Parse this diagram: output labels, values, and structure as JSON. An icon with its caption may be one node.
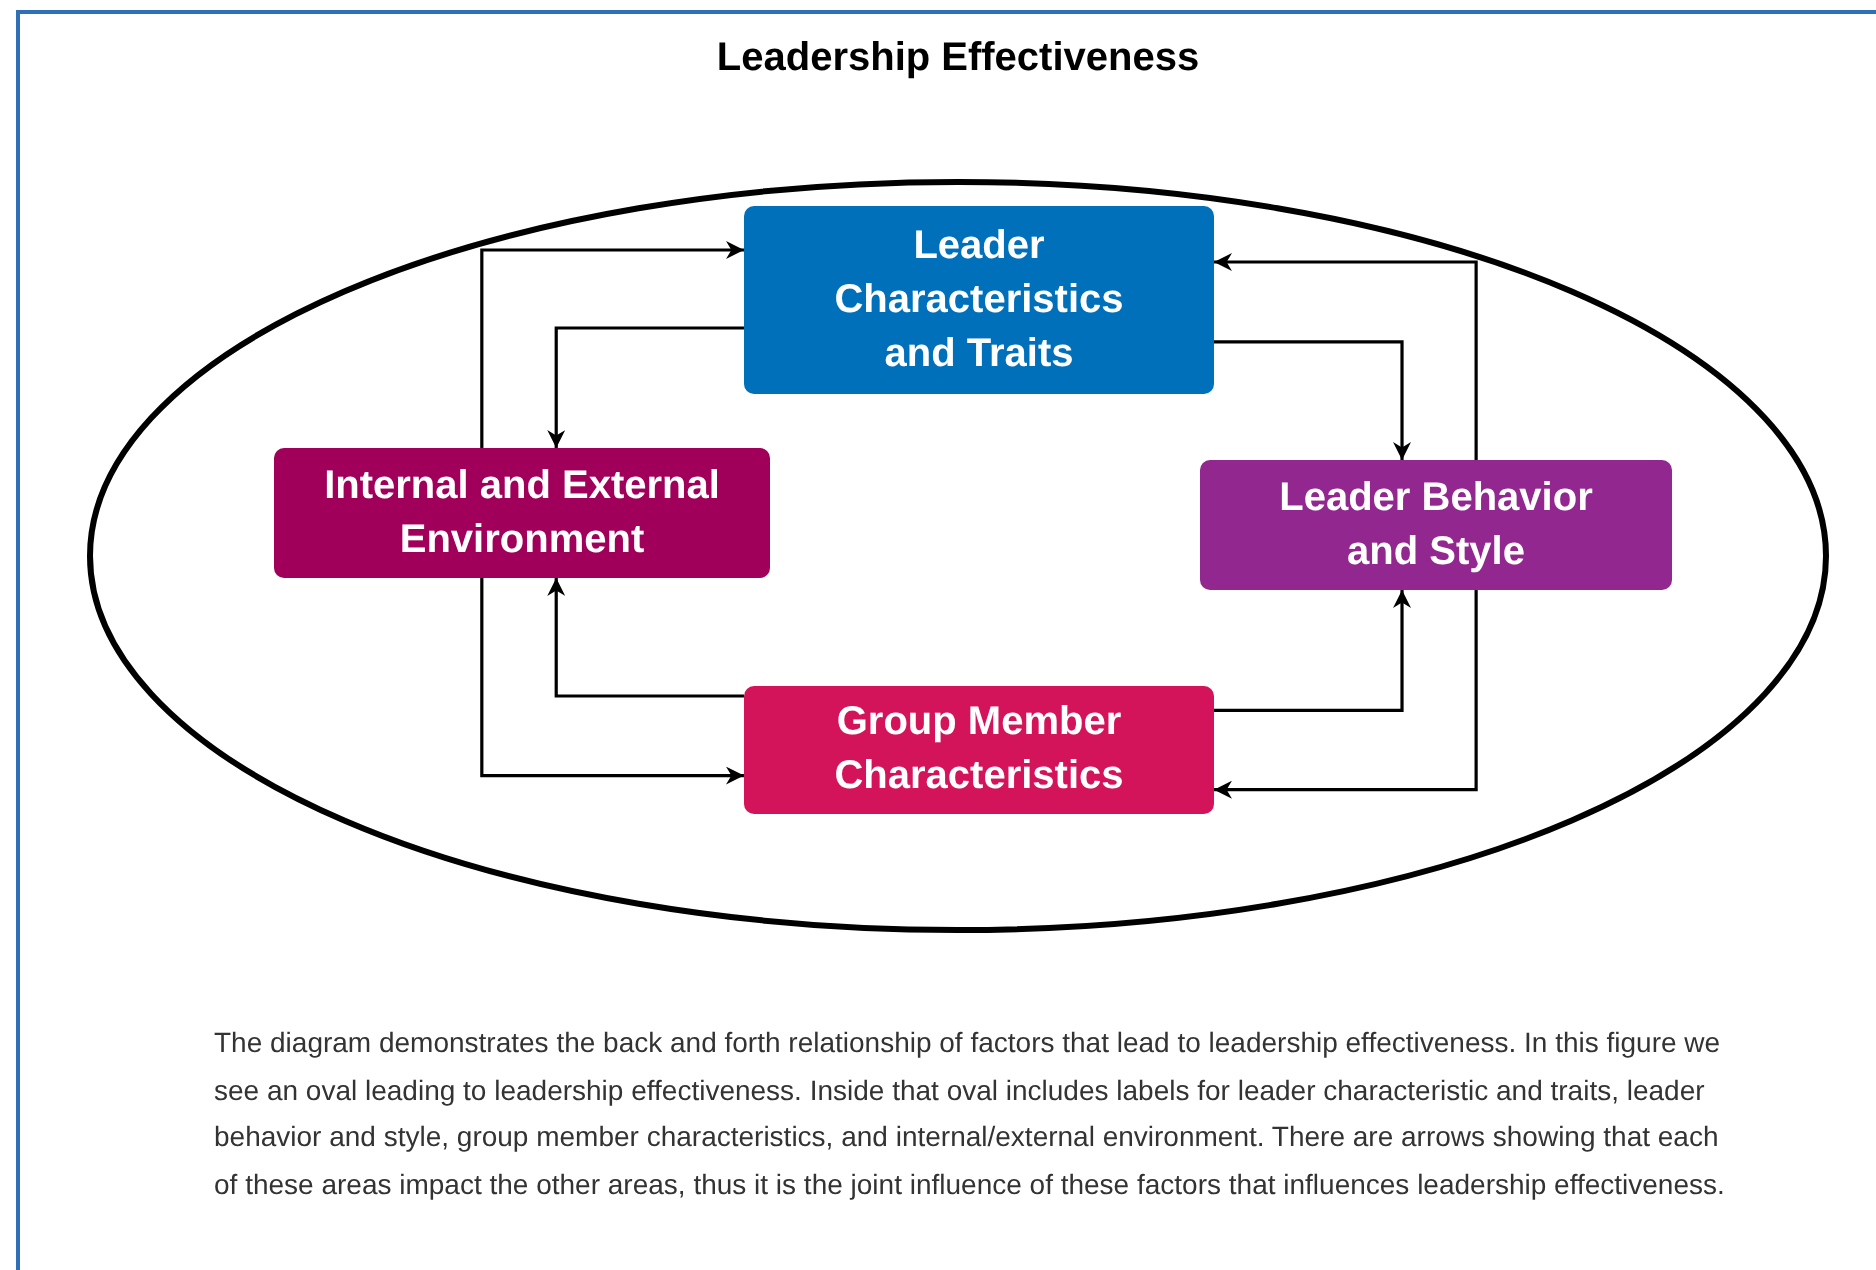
{
  "diagram": {
    "caption": "The diagram demonstrates the back and forth relationship of factors that lead to leadership effectiveness. In this figure we see an oval leading to leadership effectiveness. Inside that oval includes labels for leader characteristic and traits, leader behavior and style, group member characteristics, and internal/external environment.  There are arrows showing that each of these areas impact the other areas, thus it is the joint influence of these factors that influences leadership effectiveness.",
    "nodes": [
      {
        "text": [
          "Leadership Effectiveness"
        ]
      },
      {
        "text": [
          "Leader Characteristics and Traits"
        ],
        "in": 0
      },
      {
        "text": [
          "Internal and External Environment"
        ],
        "in": 0
      },
      {
        "text": [
          "Leader Behavior and Style"
        ],
        "in": 0
      },
      {
        "text": [
          "Group Member Characteristics"
        ],
        "in": 0
      }
    ],
    "edges": [
      {
        "from": 2,
        "to": 1,
        "arrow": "to"
      },
      {
        "from": 1,
        "to": 2,
        "arrow": "to"
      },
      {
        "from": 3,
        "to": 1,
        "arrow": "to"
      },
      {
        "from": 1,
        "to": 3,
        "arrow": "to"
      },
      {
        "from": 2,
        "to": 4,
        "arrow": "to"
      },
      {
        "from": 4,
        "to": 2,
        "arrow": "to"
      },
      {
        "from": 4,
        "to": 3,
        "arrow": "to"
      },
      {
        "from": 3,
        "to": 4,
        "arrow": "to"
      }
    ]
  }
}
